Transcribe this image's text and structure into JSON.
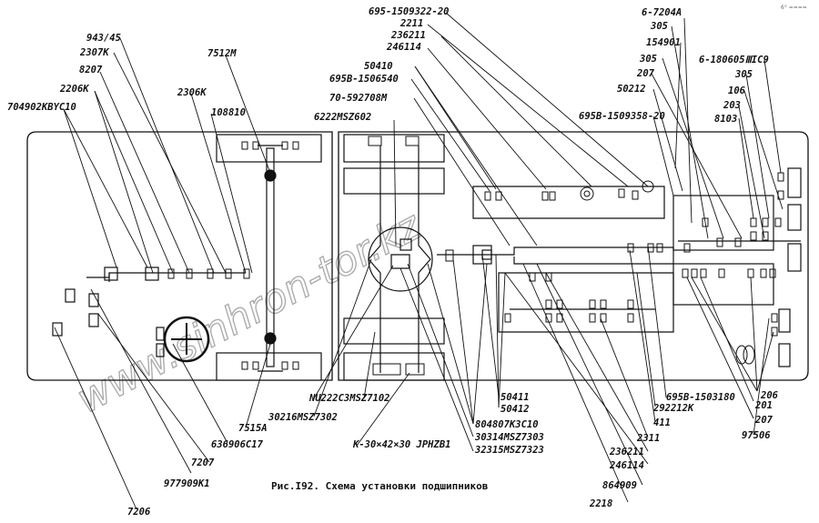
{
  "figure": {
    "caption": "Рис.I92. Схема установки подшипников",
    "watermark": "www.sinhron-tor.kz",
    "corner_mark": "6° ===="
  },
  "labels": {
    "l943_45": "943/45",
    "l2307K": "2307K",
    "l8207": "8207",
    "l2206K": "2206K",
    "l704902": "704902KBYC10",
    "l7512M": "7512M",
    "l2306K": "2306K",
    "l108810": "108810",
    "l695_1509322": "695-1509322-20",
    "l2211": "2211",
    "l236211_top": "236211",
    "l246114_top": "246114",
    "l50410": "50410",
    "l695B_1506540": "695B-1506540",
    "l70_592708M": "70-592708M",
    "l6222": "6222MSZ602",
    "l6_7204A": "6-7204A",
    "l305_a": "305",
    "l154901": "154901",
    "l305_b": "305",
    "l207_top": "207",
    "l50212": "50212",
    "l695B_1509358": "695B-1509358-20",
    "l6_180605": "6-180605ⅢIC9",
    "l305_c": "305",
    "l106": "106",
    "l203": "203",
    "l8103": "8103",
    "l206": "206",
    "l201": "201",
    "l207_r": "207",
    "l97506": "97506",
    "l695B_1503180": "695B-1503180",
    "l292212K": "292212K",
    "l411": "411",
    "l2311": "2311",
    "l236211_bot": "236211",
    "l246114_bot": "246114",
    "l864909": "864909",
    "l2218": "2218",
    "l50411": "50411",
    "l50412": "50412",
    "l804807": "804807K3C10",
    "l30314": "30314MSZ7303",
    "l32315": "32315MSZ7323",
    "lK30": "K-30×42×30 JPHZB1",
    "lNU222": "NU222C3MSZ7102",
    "l30216": "30216MSZ7302",
    "l7515A": "7515A",
    "l636906": "636906C17",
    "l7207": "7207",
    "l977909": "977909K1",
    "l7206": "7206"
  }
}
